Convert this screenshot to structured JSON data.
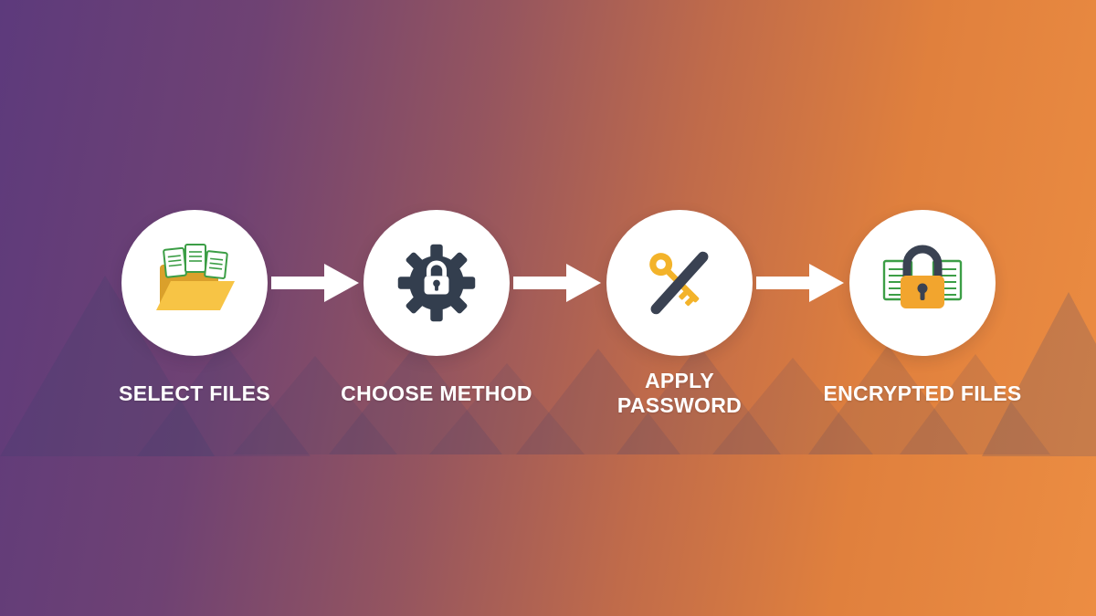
{
  "diagram": {
    "type": "process-flow",
    "steps": [
      {
        "label": "SELECT FILES",
        "icon": "folder-with-files-icon"
      },
      {
        "label": "CHOOSE METHOD",
        "icon": "gear-lock-icon"
      },
      {
        "label": "APPLY PASSWORD",
        "icon": "key-icon"
      },
      {
        "label": "ENCRYPTED FILES",
        "icon": "padlock-files-icon"
      }
    ],
    "colors": {
      "background_left": "#5d3a7c",
      "background_right": "#ec8d42",
      "circle_fill": "#ffffff",
      "arrow_fill": "#ffffff",
      "label_text": "#ffffff",
      "gold": "#f3b32a",
      "folder_yellow": "#f7c445",
      "folder_back_yellow": "#daa02b",
      "dark_slate": "#3a4252",
      "doc_green": "#3c9e46",
      "padlock_orange": "#f2a52e",
      "triangle_tint": "#3a3f6d"
    }
  }
}
